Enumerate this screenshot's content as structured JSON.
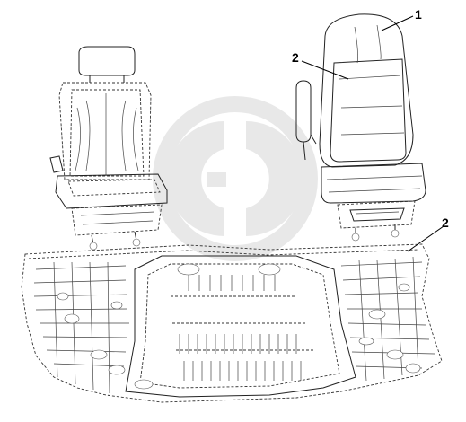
{
  "callouts": [
    {
      "id": "1",
      "label": "1"
    },
    {
      "id": "2a",
      "label": "2"
    },
    {
      "id": "2b",
      "label": "2"
    }
  ],
  "icons": {
    "watermark": "gd-logo-watermark"
  },
  "colors": {
    "line": "#222222",
    "watermark": "#d9d9d9",
    "background": "#ffffff"
  }
}
